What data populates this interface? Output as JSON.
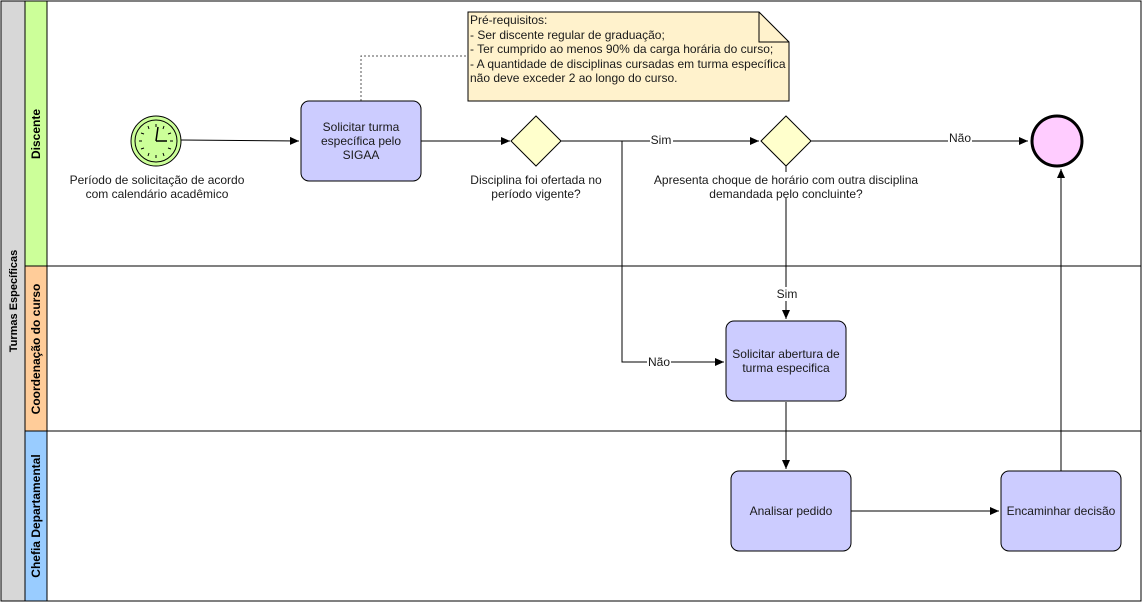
{
  "pool": {
    "title": "Turmas Específicas"
  },
  "lanes": {
    "discente": "Discente",
    "coordenacao": "Coordenação do curso",
    "chefia": "Chefia Departamental"
  },
  "colors": {
    "pool_header": "#d7d7d7",
    "lane_discente": "#ccff99",
    "lane_coordenacao": "#ffcc99",
    "lane_chefia": "#99ccff",
    "task_fill": "#ccccff",
    "gateway_fill": "#ffffcc",
    "start_fill": "#ccff99",
    "end_fill": "#ffccff",
    "note_fill": "#fff2cc"
  },
  "start_event": {
    "icon": "clock-icon",
    "label_lines": [
      "Período de solicitação de acordo",
      "com calendário acadêmico"
    ]
  },
  "tasks": {
    "solicitar_turma": [
      "Solicitar turma",
      "específica pelo",
      "SIGAA"
    ],
    "solicitar_abertura": [
      "Solicitar abertura de",
      "turma especifica"
    ],
    "analisar": [
      "Analisar pedido"
    ],
    "encaminhar": [
      "Encaminhar decisão"
    ]
  },
  "gateways": {
    "ofertada": [
      "Disciplina foi ofertada no",
      "período vigente?"
    ],
    "choque": [
      "Apresenta choque de horário com outra disciplina",
      "demandada pelo concluinte?"
    ]
  },
  "note": {
    "lines": [
      "Pré-requisitos:",
      "- Ser discente regular de graduação;",
      "- Ter cumprido ao menos 90% da carga horária do curso;",
      "- A quantidade de disciplinas cursadas em turma específica",
      "não deve exceder 2 ao longo do curso."
    ]
  },
  "edge_labels": {
    "ofertada_sim": "Sim",
    "ofertada_nao": "Não",
    "choque_sim": "Sim",
    "choque_nao": "Não"
  }
}
